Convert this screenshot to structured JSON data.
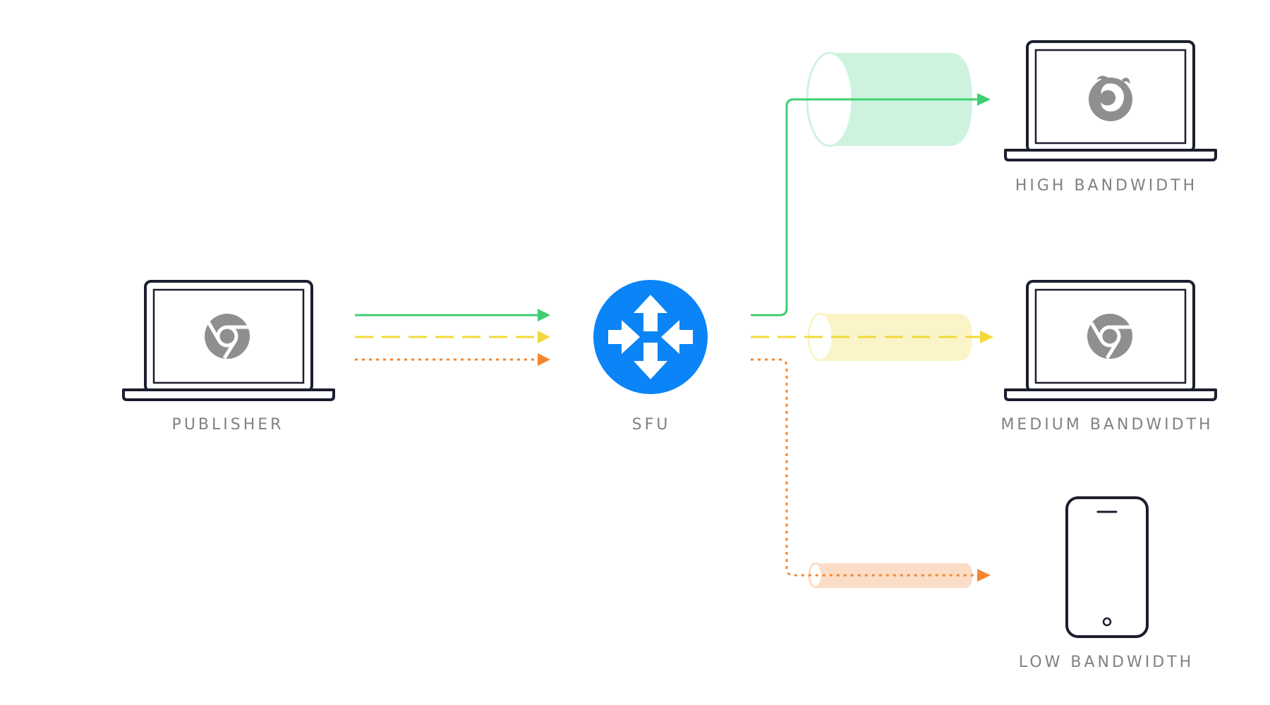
{
  "nodes": {
    "publisher": {
      "label": "PUBLISHER",
      "icon": "chrome-icon"
    },
    "sfu": {
      "label": "SFU",
      "icon": "sfu-router-icon"
    },
    "high": {
      "label": "HIGH BANDWIDTH",
      "icon": "firefox-icon"
    },
    "medium": {
      "label": "MEDIUM BANDWIDTH",
      "icon": "chrome-icon"
    },
    "low": {
      "label": "LOW BANDWIDTH",
      "icon": "smartphone-icon"
    }
  },
  "colors": {
    "device_outline": "#1b1e2e",
    "browser_icon": "#8f8f91",
    "label_text": "#7f8183",
    "sfu_blue": "#0a84f6",
    "high_stream": "#3ecf73",
    "medium_stream": "#f0da3a",
    "low_stream": "#f4852e",
    "high_pipe": "#cdf3de",
    "medium_pipe": "#fbf4c8",
    "low_pipe": "#fbdcc6"
  },
  "streams": [
    {
      "tier": "high",
      "style": "solid"
    },
    {
      "tier": "medium",
      "style": "dashed"
    },
    {
      "tier": "low",
      "style": "dotted"
    }
  ]
}
